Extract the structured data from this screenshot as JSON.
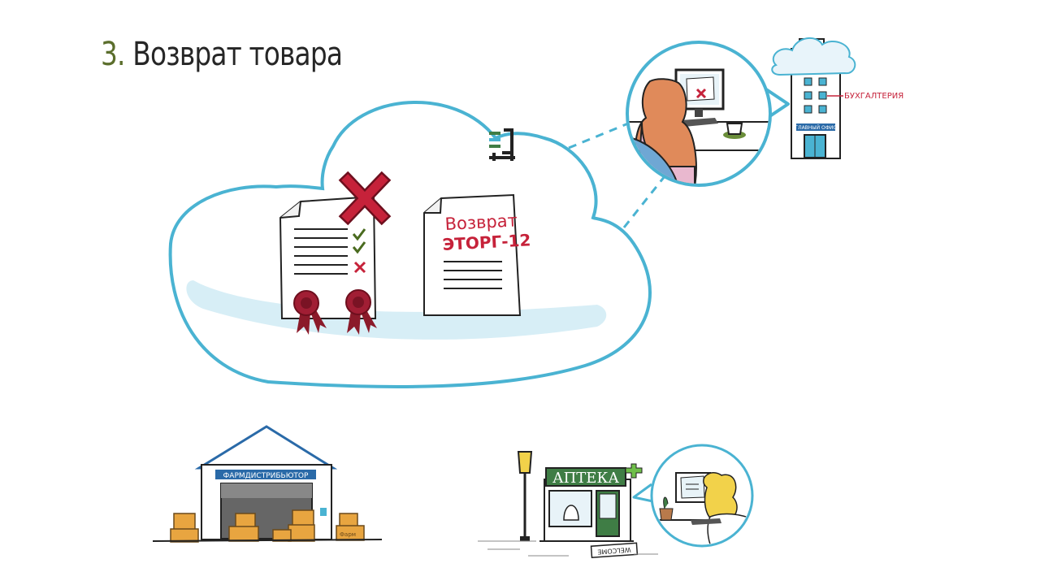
{
  "title": {
    "number": "3.",
    "text": "Возврат товара"
  },
  "document_return": {
    "line1": "Возврат",
    "line2": "ЭТОРГ-12"
  },
  "office": {
    "label": "БУХГАЛТЕРИЯ",
    "sign": "ГЛАВНЫЙ ОФИС"
  },
  "warehouse": {
    "sign": "ФАРМДИСТРИБЬЮТОР",
    "box_label": "Фарм"
  },
  "pharmacy": {
    "sign": "АПТЕКА",
    "mat": "WELCOME"
  },
  "colors": {
    "cloud_stroke": "#4ab3d2",
    "cloud_shadow": "#d7eef6",
    "accent_red": "#c6223a",
    "check_green": "#4a6b1f",
    "pharmacy_green": "#3f7d45"
  }
}
